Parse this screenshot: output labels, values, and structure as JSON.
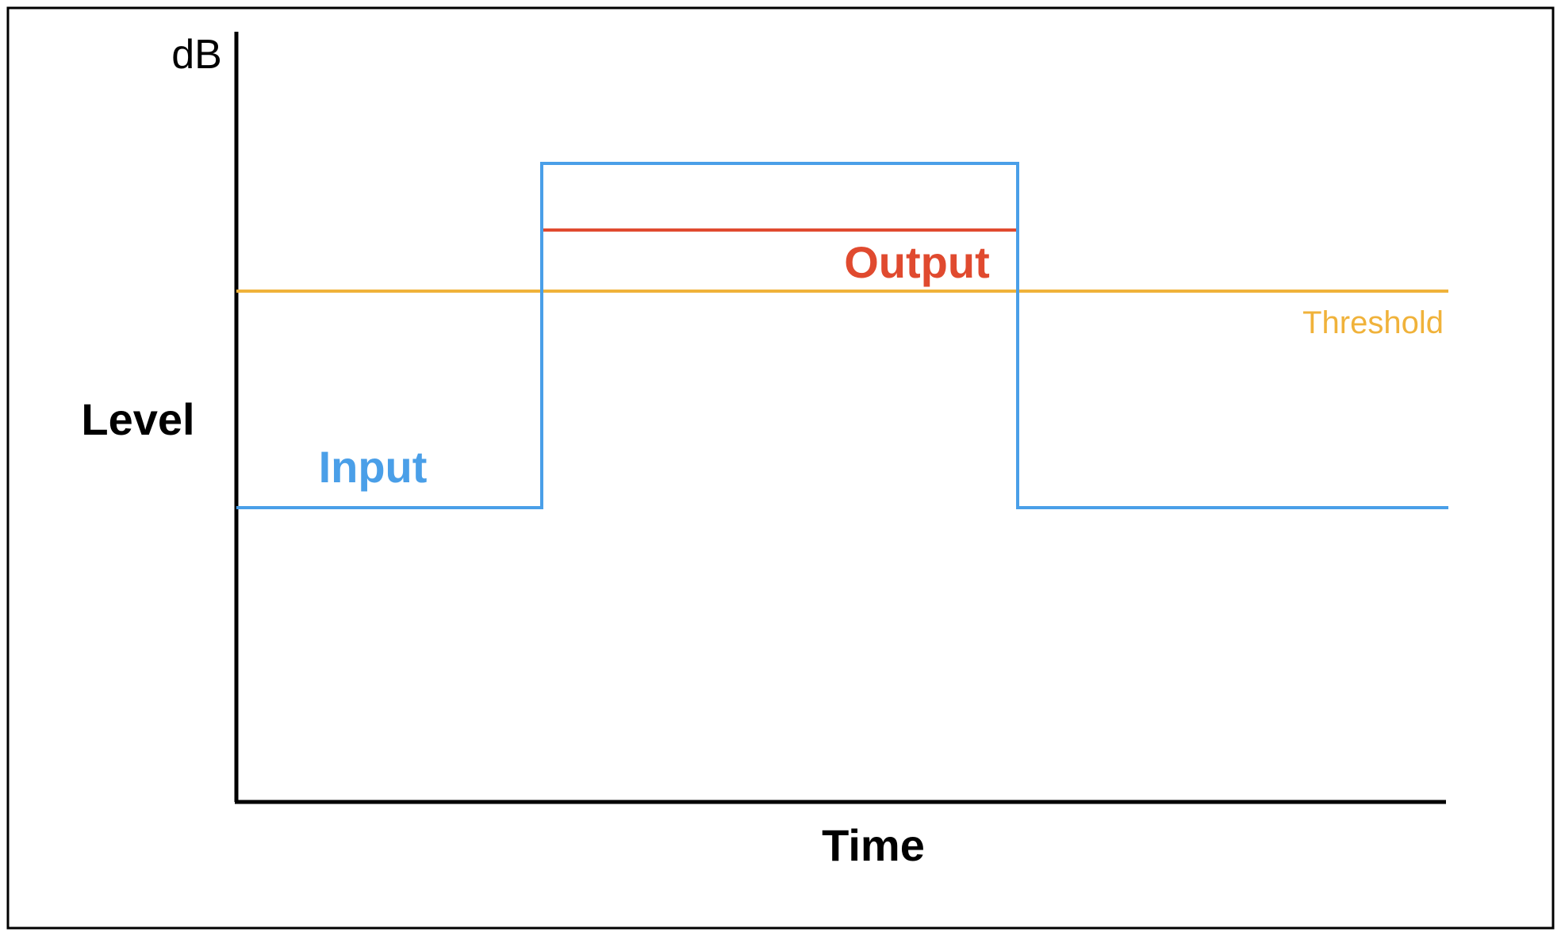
{
  "diagram": {
    "labels": {
      "y_unit": "dB",
      "y_axis": "Level",
      "x_axis": "Time",
      "input": "Input",
      "output": "Output",
      "threshold": "Threshold"
    },
    "colors": {
      "frame": "#000000",
      "axes": "#000000",
      "input": "#4a9fe8",
      "output": "#e04a2f",
      "threshold": "#f0b23a"
    }
  }
}
